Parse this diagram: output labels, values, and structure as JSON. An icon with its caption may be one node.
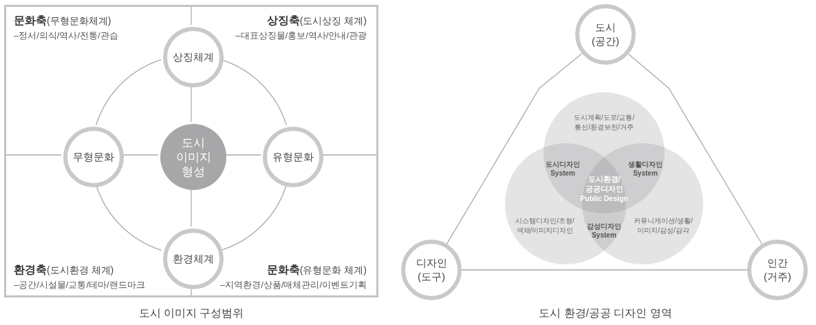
{
  "diagram": {
    "nodes": [
      {
        "text": [],
        "shape": "box"
      },
      {
        "text": [
          "상징체계"
        ],
        "in": 0
      },
      {
        "text": [
          "무형문화"
        ],
        "in": 0
      },
      {
        "text": [
          "도시 이미지 형성"
        ],
        "in": 0
      },
      {
        "text": [
          "유형문화"
        ],
        "in": 0
      },
      {
        "text": [
          "환경체계"
        ],
        "in": 0
      },
      {
        "text": [
          "도시 (공간)"
        ]
      },
      {
        "text": [
          "도시계획/도로/교통/ 통신/환경보전/거주"
        ]
      },
      {
        "text": [
          "시스템디자인/조형/ 색채/이미지디자인"
        ]
      },
      {
        "text": [
          "커뮤니케이션/생활/ 이미지/감성/감각"
        ]
      },
      {
        "text": [
          "디자인 (도구)"
        ]
      },
      {
        "text": [
          "인간 (거주)"
        ]
      }
    ],
    "edges": [
      {
        "from": 3,
        "to": 1,
        "arrow": "none"
      },
      {
        "from": 3,
        "to": 2,
        "arrow": "none"
      },
      {
        "from": 3,
        "to": 4,
        "arrow": "none"
      },
      {
        "from": 3,
        "to": 5,
        "arrow": "none"
      },
      {
        "from": 1,
        "to": 4,
        "arrow": "none"
      },
      {
        "from": 4,
        "to": 5,
        "arrow": "none"
      },
      {
        "from": 5,
        "to": 2,
        "arrow": "none"
      },
      {
        "from": 2,
        "to": 1,
        "arrow": "none"
      },
      {
        "from": 1,
        "to": 0,
        "arrow": "none"
      },
      {
        "from": 2,
        "to": 0,
        "arrow": "none"
      },
      {
        "from": 4,
        "to": 0,
        "arrow": "none"
      },
      {
        "from": 5,
        "to": 0,
        "arrow": "none"
      },
      {
        "from": 6,
        "to": 10,
        "arrow": "none"
      },
      {
        "from": 6,
        "to": 11,
        "arrow": "none"
      },
      {
        "from": 10,
        "to": 11,
        "arrow": "none"
      }
    ],
    "labels": [
      "**문화축**(무형문화체계)",
      "–정서/의식/역사/전통/관습",
      "**상징축**(도시상징 체계)",
      "–대표상징물/홍보/역사/안내/관광",
      "**환경축**(도시환경 체계)",
      "–공간/시설물/교통/테마/랜드마크",
      "**문화축**(유형문화 체계)",
      "–지역환경/상품/매체관리/이벤트기획",
      "도시디자인 System",
      "생활디자인 System",
      "도시환경/ 공공디자인",
      "Public Design",
      "감성디자인 System",
      "도시 이미지 구성범위",
      "도시 환경/공공 디자인 영역"
    ]
  }
}
